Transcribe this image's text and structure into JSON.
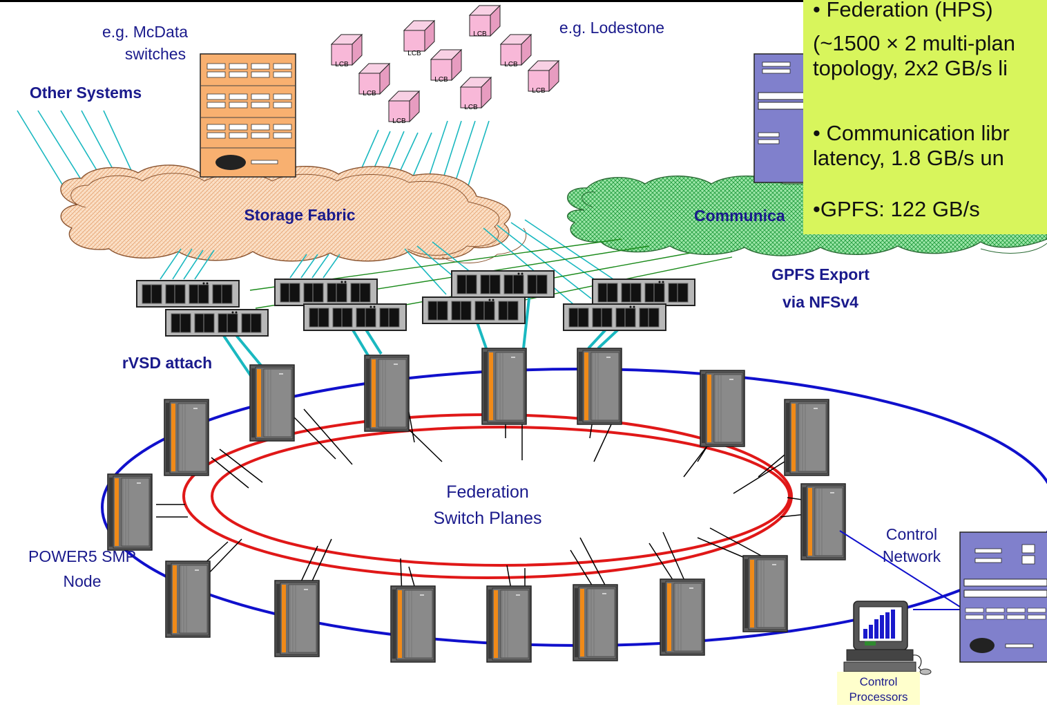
{
  "labels": {
    "mcdata": [
      "e.g. McData",
      "switches"
    ],
    "lodestone": "e.g. Lodestone",
    "other_systems": "Other Systems",
    "storage_fabric": "Storage Fabric",
    "communication": "Communica",
    "gpfs_export": [
      "GPFS Export",
      "via NFSv4"
    ],
    "rvsd_attach": "rVSD attach",
    "federation": [
      "Federation",
      "Switch Planes"
    ],
    "power5": [
      "POWER5 SMP",
      "Node"
    ],
    "control_network": [
      "Control",
      "Network"
    ],
    "control_processors": [
      "Control",
      "Processors"
    ],
    "lcb": "LCB"
  },
  "note": {
    "line1": "• Federation (HPS)",
    "line2": "(~1500 × 2 multi-plan",
    "line3": "topology, 2x2 GB/s li",
    "line4": "• Communication libr",
    "line5": "latency, 1.8 GB/s un",
    "line6": "•GPFS: 122 GB/s"
  },
  "colors": {
    "ring_blue": "#1010cc",
    "ring_red": "#e01818",
    "cable_cyan": "#1ab8c0",
    "cable_green": "#1a8a1a",
    "orange_rack": "#f8b070",
    "purple_rack": "#8080cc",
    "lcb_pink": "#f8b8d8",
    "note_bg": "#d8f55c",
    "label_navy": "#1a1a8c"
  },
  "icons": [
    "storage-switch-rack",
    "lcb-cube",
    "other-systems-cable",
    "storage-fabric-cloud",
    "communication-cloud",
    "disk-enclosure",
    "power5-server",
    "control-network-rack",
    "control-processor-workstation"
  ]
}
